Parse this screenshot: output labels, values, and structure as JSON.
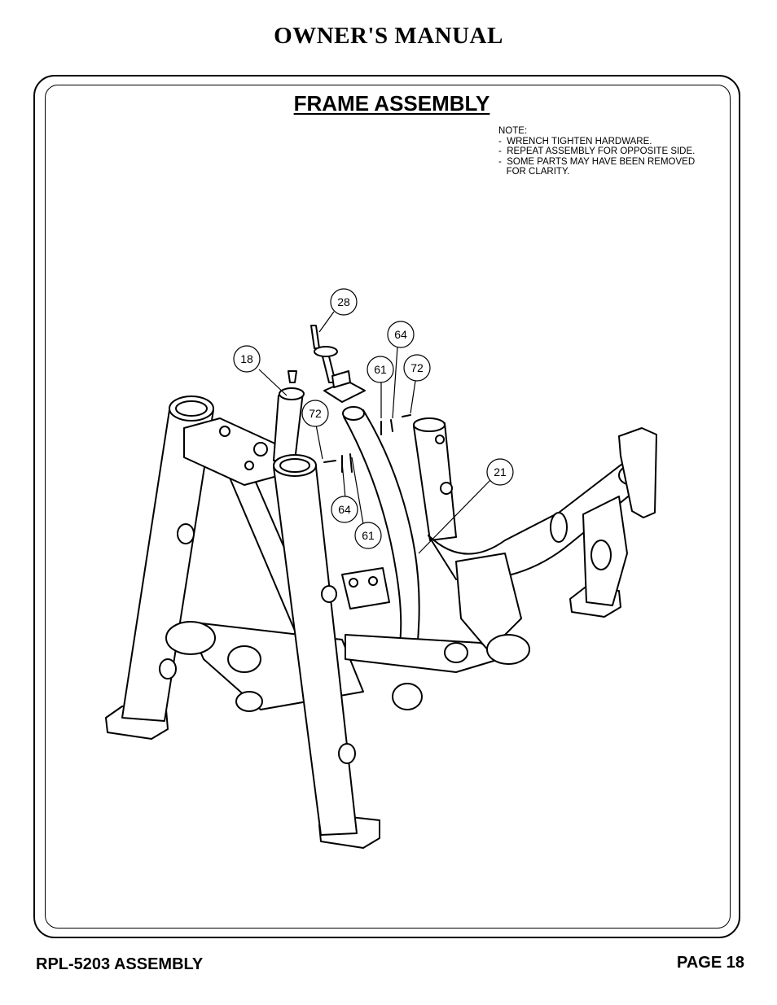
{
  "header": {
    "title": "OWNER'S MANUAL"
  },
  "section": {
    "title": "FRAME ASSEMBLY"
  },
  "note": {
    "heading": "NOTE:",
    "lines": [
      "-  WRENCH TIGHTEN HARDWARE.",
      "-  REPEAT ASSEMBLY FOR OPPOSITE SIDE.",
      "-  SOME PARTS MAY HAVE BEEN REMOVED",
      "   FOR CLARITY."
    ]
  },
  "callouts": [
    {
      "id": "c28",
      "label": "28"
    },
    {
      "id": "c64a",
      "label": "64"
    },
    {
      "id": "c18",
      "label": "18"
    },
    {
      "id": "c61a",
      "label": "61"
    },
    {
      "id": "c72a",
      "label": "72"
    },
    {
      "id": "c72b",
      "label": "72"
    },
    {
      "id": "c21",
      "label": "21"
    },
    {
      "id": "c64b",
      "label": "64"
    },
    {
      "id": "c61b",
      "label": "61"
    }
  ],
  "footer": {
    "left": "RPL-5203 ASSEMBLY",
    "right": "PAGE 18"
  }
}
